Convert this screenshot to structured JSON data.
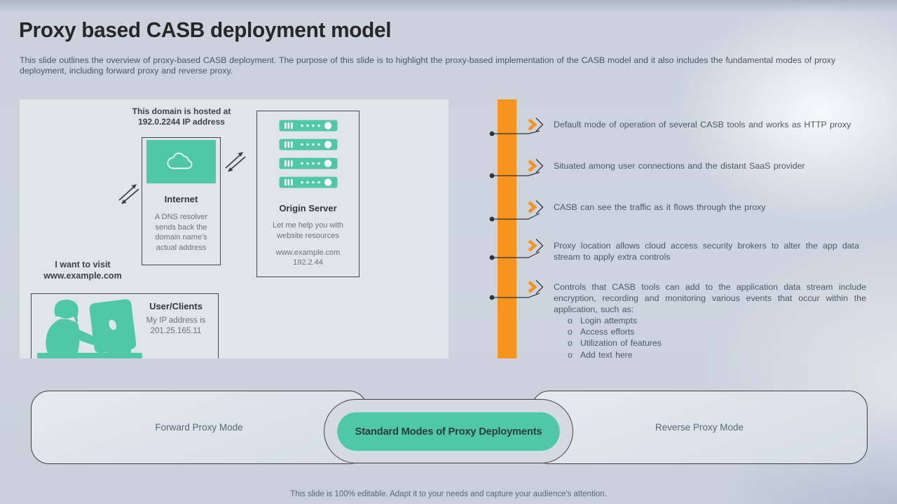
{
  "slide": {
    "title": "Proxy based CASB deployment model",
    "subtitle": "This slide outlines the overview of proxy-based CASB deployment. The purpose of this slide is to highlight the proxy-based implementation of the CASB model and it also includes the fundamental modes of proxy deployment, including forward proxy and reverse proxy.",
    "footer": "This slide is 100% editable. Adapt it to your needs and capture your audience's attention."
  },
  "diagram": {
    "internet_callout": "This domain is hosted at 192.0.2244 IP address",
    "internet_label": "Internet",
    "internet_description": "A DNS resolver sends back the domain name's actual address",
    "origin_label": "Origin Server",
    "origin_description": "Let me help you with website resources",
    "origin_domain": "www.example.com",
    "origin_ip": "192.2.44",
    "user_callout": "I want to visit www.example.com",
    "user_label": "User/Clients",
    "user_description": "My IP address is 201.25.165.11"
  },
  "bullets": [
    {
      "text": "Default mode of operation of several CASB tools and works as HTTP proxy"
    },
    {
      "text": "Situated among user connections and the distant SaaS provider"
    },
    {
      "text": "CASB can see the traffic as it flows through the proxy"
    },
    {
      "text": "Proxy location allows cloud access security brokers to alter the app data stream to apply extra controls"
    },
    {
      "text": "Controls that CASB tools can add to the application data stream include encryption, recording and monitoring various events that occur within the application, such as:",
      "sub_items": [
        "Login attempts",
        "Access efforts",
        "Utilization of features",
        "Add text here"
      ]
    }
  ],
  "modes": {
    "left": "Forward Proxy Mode",
    "center": "Standard Modes of Proxy Deployments",
    "right": "Reverse Proxy Mode"
  },
  "ui": {
    "sub_bullet_marker": "o"
  },
  "icons": {
    "cloud": "cloud-icon",
    "server_rack": "server-rack-icon",
    "person": "person-at-computer-icon",
    "exchange": "exchange-arrows-icon",
    "chevron": "chevron-right-icon"
  },
  "colors": {
    "teal": "#4FC8A6",
    "orange": "#F7941E",
    "panel": "#E0E5E9",
    "background": "#CDD4DD",
    "dark_border": "#3C4043",
    "heading_text": "#272727",
    "body_text": "#4E5964"
  }
}
